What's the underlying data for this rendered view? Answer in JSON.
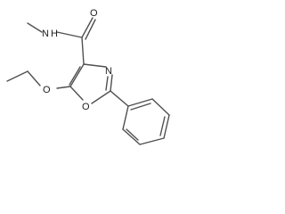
{
  "diagram": {
    "atoms": {
      "amide_n": "N",
      "amide_h": "H",
      "carbonyl_o": "O",
      "ring_n": "N",
      "ring_o": "O",
      "ether_o": "O"
    }
  }
}
